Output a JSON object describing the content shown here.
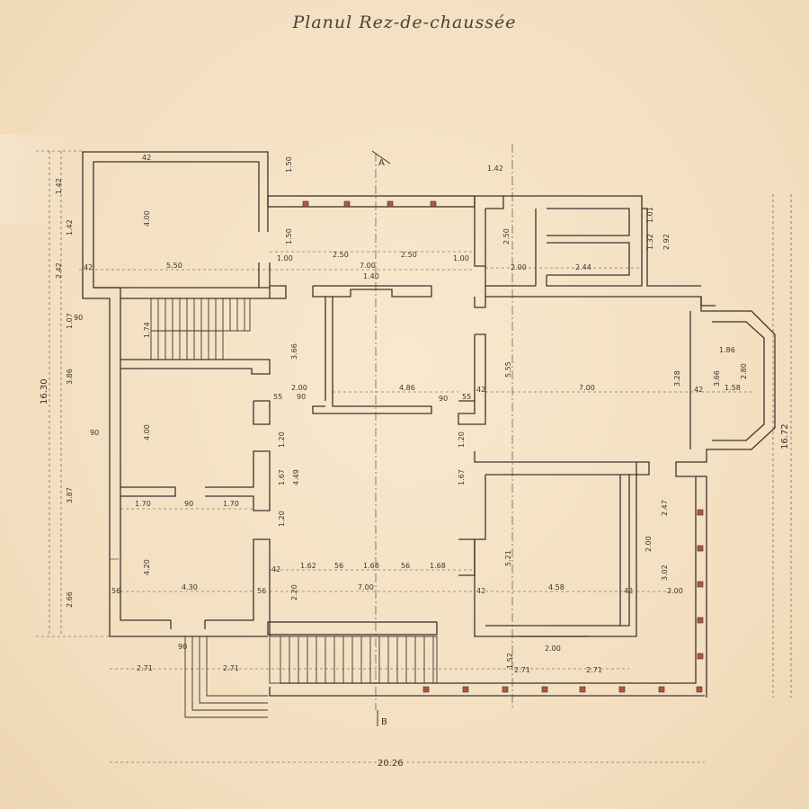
{
  "title": "Planul Rez-de-chaussée",
  "section_marks": {
    "top": "A",
    "bottom": "B"
  },
  "overall": {
    "width": "20.26",
    "left_height": "16.30",
    "right_height": "16.72"
  },
  "rooms": {
    "top_left": {
      "width": "5.50",
      "depth": "4.00"
    },
    "stair_zone": {
      "depth": "1.74"
    },
    "middle_left": {
      "depth": "4.00",
      "door_left": "1.70",
      "door_mid": "90",
      "door_right": "1.70"
    },
    "bottom_left": {
      "width": "4.30",
      "depth": "4.20"
    },
    "porch_top": {
      "span": "7.00",
      "bays": [
        "2.50",
        "2.50"
      ]
    },
    "hall": {
      "width": "4.86",
      "depth": "3.66",
      "side_a": "2.00",
      "side_b": "90",
      "depth_2": "4.49",
      "piers": [
        "1.62",
        "1.68",
        "1.68"
      ],
      "pier_gaps": [
        "56",
        "56"
      ],
      "front_span": "7.00",
      "front_depth": "2.20"
    },
    "salon": {
      "width": "7.00",
      "depth": "5.55"
    },
    "dining": {
      "width": "4.58",
      "depth": "5.21",
      "window": "2.00"
    },
    "bay": {
      "width": "1.58",
      "depth": "3.66",
      "side": "1.86",
      "height": "3.28"
    },
    "service": {
      "w1": "2.00",
      "w2": "2.44",
      "d1": "2.50",
      "stairw": "1.42"
    }
  },
  "wall_thickness": "42",
  "left_chain": [
    "1.42",
    "1.42",
    "2.42",
    "1.07",
    "3.86",
    "3.87",
    "2.66"
  ],
  "bottom_chain": [
    "2.71",
    "2.71",
    "2.71",
    "2.71",
    "2.00"
  ],
  "right_chain": [
    "1.01",
    "1.32",
    "2.92",
    "2.47",
    "3.02",
    "2.00",
    "2.80"
  ],
  "misc_labels": [
    "1.50",
    "1.50",
    "56",
    "56",
    "1.20",
    "1.20",
    "1.67",
    "1.67",
    "1.52",
    "1.20",
    "90",
    "90",
    "90",
    "1.40",
    "1.00",
    "1.00",
    "55",
    "55",
    "90"
  ]
}
